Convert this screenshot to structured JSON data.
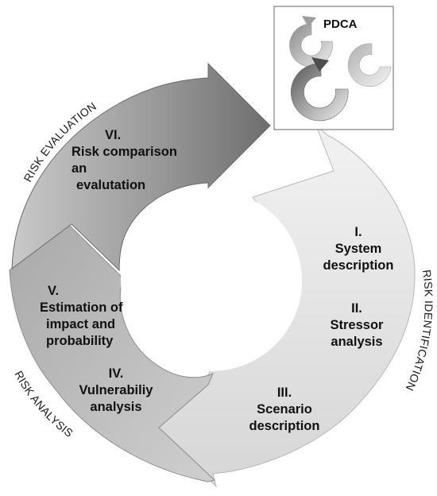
{
  "ring_labels": {
    "evaluation": "RISK EVALUATION",
    "identification": "RISK IDENTIFICATION",
    "analysis": "RISK ANALYSIS"
  },
  "inset": {
    "title": "PDCA"
  },
  "steps": {
    "s1": {
      "num": "I.",
      "lines": [
        "System",
        "description"
      ]
    },
    "s2": {
      "num": "II.",
      "lines": [
        "Stressor",
        "analysis"
      ]
    },
    "s3": {
      "num": "III.",
      "lines": [
        "Scenario",
        "description"
      ]
    },
    "s4": {
      "num": "IV.",
      "lines": [
        "Vulnerabiliy",
        "analysis"
      ]
    },
    "s5": {
      "num": "V.",
      "lines": [
        "Estimation of",
        "impact and",
        "probability"
      ]
    },
    "s6": {
      "num": "VI.",
      "lines": [
        "Risk comparison",
        "an",
        "evalutation"
      ]
    }
  },
  "colors": {
    "evaluation_arrow": "#8f8f8f",
    "identification_arrow": "#e4e4e4",
    "analysis_arrow": "#b7b7b7"
  }
}
